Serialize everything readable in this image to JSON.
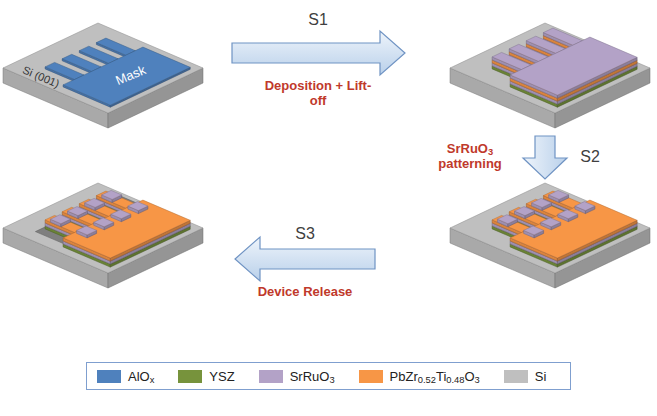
{
  "diagram": {
    "labels": [
      "Mask",
      "Si (001)",
      "S1",
      "Deposition + Lift-off",
      "S2",
      "SrRuO3 patterning",
      "S3",
      "Device Release"
    ],
    "legend": [
      {
        "text": "AlOx",
        "color": "#4f81bd"
      },
      {
        "text": "YSZ",
        "color": "#77933c"
      },
      {
        "text": "SrRuO3",
        "color": "#b3a2c7"
      },
      {
        "text": "PbZr0.52Ti0.48O3",
        "color": "#f79646"
      },
      {
        "text": "Si",
        "color": "#bfbfbf"
      }
    ]
  }
}
